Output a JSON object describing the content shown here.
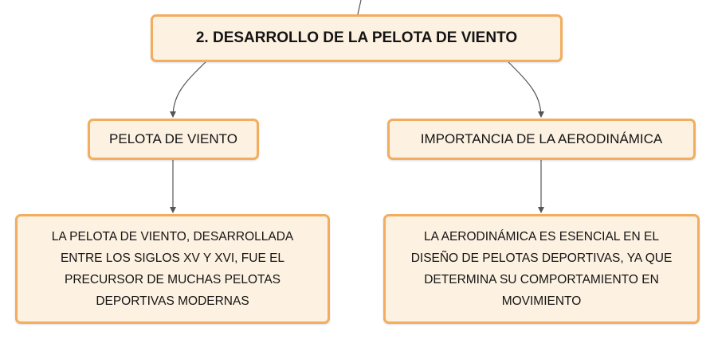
{
  "root": {
    "label": "2. DESARROLLO DE LA PELOTA DE VIENTO"
  },
  "branches": [
    {
      "topic": "PELOTA DE VIENTO",
      "detail": "LA PELOTA DE VIENTO, DESARROLLADA ENTRE LOS SIGLOS XV Y XVI, FUE EL PRECURSOR DE MUCHAS PELOTAS DEPORTIVAS MODERNAS"
    },
    {
      "topic": "IMPORTANCIA DE LA AERODINÁMICA",
      "detail": "LA AERODINÁMICA ES ESENCIAL EN EL DISEÑO DE PELOTAS DEPORTIVAS, YA QUE DETERMINA SU COMPORTAMIENTO EN MOVIMIENTO"
    }
  ],
  "colors": {
    "node_fill": "#fdf1e1",
    "node_border": "#f2ad5e",
    "connector": "#555555"
  }
}
